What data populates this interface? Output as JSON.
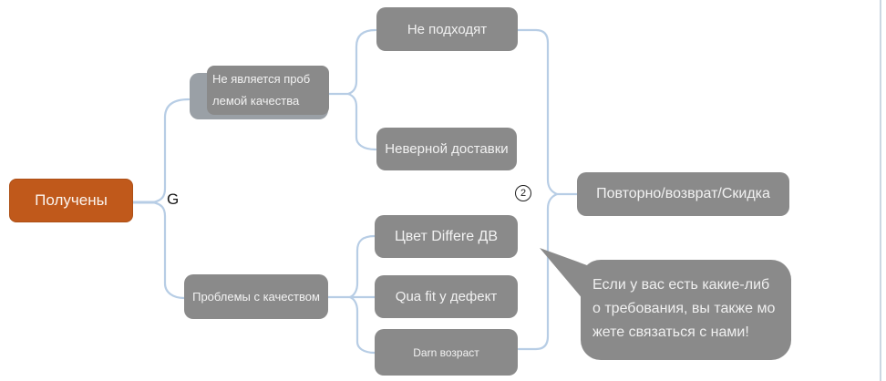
{
  "root": {
    "label": "Получены"
  },
  "branch_label": "G",
  "nodes": {
    "not_quality_issue": {
      "line1": "Не является проб",
      "line2": "лемой качества"
    },
    "not_fit": {
      "label": "Не подходят"
    },
    "wrong_delivery": {
      "label": "Неверной доставки"
    },
    "quality_issues": {
      "label": "Проблемы с качеством"
    },
    "color_diff": {
      "label": "Цвет Differe ДВ"
    },
    "qua_fit_defect": {
      "label": "Qua fit у дефект"
    },
    "darn_age": {
      "label": "Darn возраст"
    }
  },
  "summary": {
    "badge": "2",
    "label": "Повторно/возврат/Скидка"
  },
  "callout": {
    "lines": {
      "0": "Если у вас есть какие-либ",
      "1": "о требования, вы также мо",
      "2": "жете связаться с нами!"
    }
  },
  "colors": {
    "node_gray": "#8a8a8a",
    "node_gray_back": "#9aa0a6",
    "root_orange": "#c0591b",
    "connector_blue": "#b7cde5",
    "canvas_edge": "#ccd7e2",
    "node_text": "#f2f2f2"
  }
}
